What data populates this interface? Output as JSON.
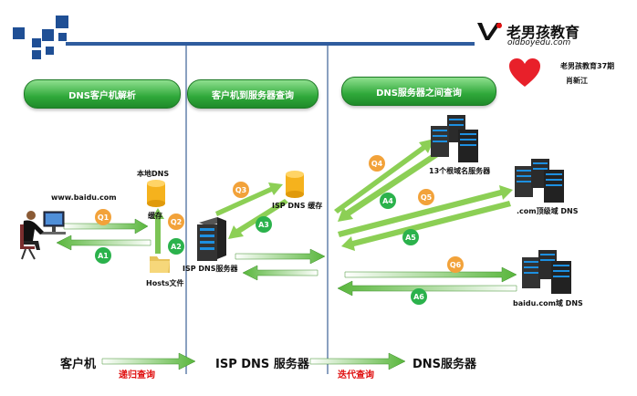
{
  "logo": {
    "brand": "老男孩教育",
    "url": "oldboyedu.com"
  },
  "note": {
    "line1": "老男孩教育37期",
    "line2": "肖新江"
  },
  "headers": [
    "DNS客户机解析",
    "客户机到服务器查询",
    "DNS服务器之间查询"
  ],
  "labels": {
    "domain": "www.baidu.com",
    "local_dns": "本地DNS",
    "cache": "缓存",
    "hosts": "Hosts文件",
    "isp_server": "ISP DNS服务器",
    "isp_cache": "ISP DNS 缓存",
    "root": "13个根域名服务器",
    "com": ".com顶级域 DNS",
    "baidu": "baidu.com域 DNS"
  },
  "badges": {
    "q1": "Q1",
    "a1": "A1",
    "q2": "Q2",
    "a2": "A2",
    "q3": "Q3",
    "a3": "A3",
    "q4": "Q4",
    "a4": "A4",
    "q5": "Q5",
    "a5": "A5",
    "q6": "Q6",
    "a6": "A6"
  },
  "bottom": {
    "client": "客户机",
    "isp": "ISP DNS 服务器",
    "dns": "DNS服务器",
    "recursive": "递归查询",
    "iterative": "迭代查询"
  },
  "colors": {
    "question": "#f2a23a",
    "answer": "#2bb24c",
    "header_green": "#2fa83a",
    "blue_line": "#2f5c9e"
  }
}
